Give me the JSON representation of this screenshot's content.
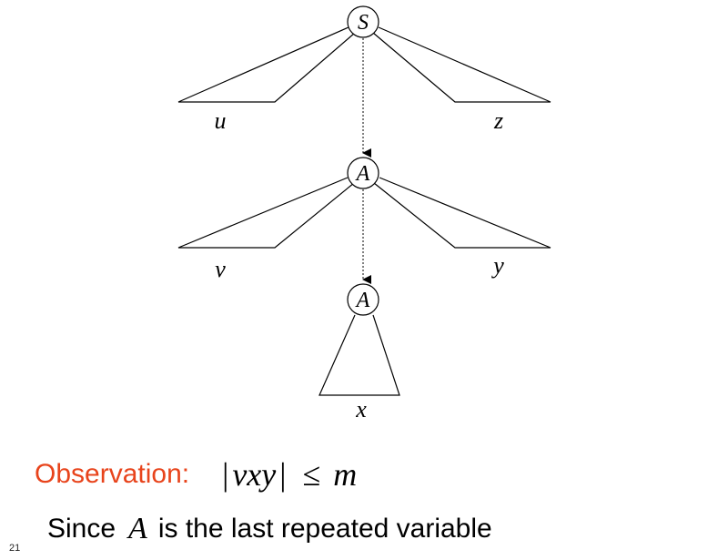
{
  "diagram": {
    "root_label": "S",
    "middle_label": "A",
    "lower_label": "A",
    "leaf_u": "u",
    "leaf_z": "z",
    "leaf_v": "v",
    "leaf_y": "y",
    "leaf_x": "x"
  },
  "observation": {
    "label": "Observation:",
    "bar_left": "|",
    "expr": "vxy",
    "bar_right": "|",
    "relation": "≤",
    "bound": "m"
  },
  "statement": {
    "prefix": "Since",
    "var": "A",
    "suffix": "is the last repeated variable"
  },
  "slide_number": "21"
}
